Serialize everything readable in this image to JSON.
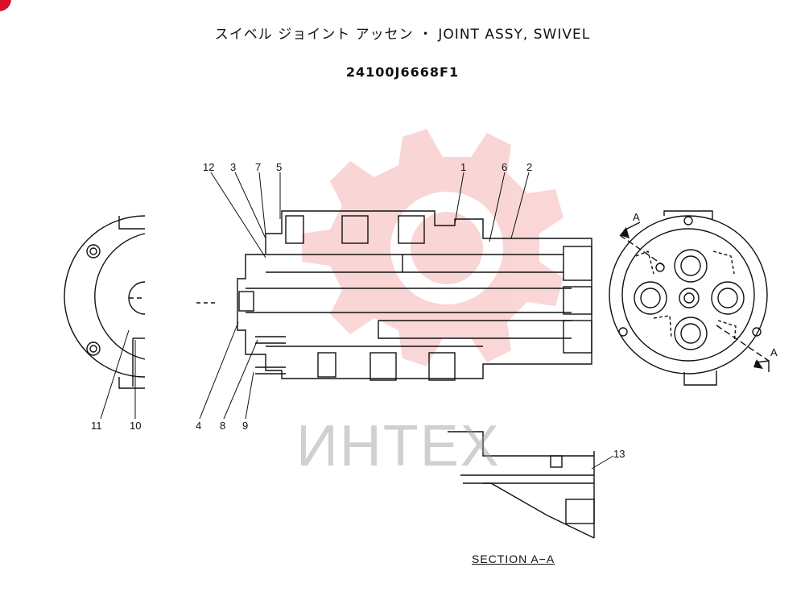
{
  "header": {
    "title": "スイベル ジョイント アッセン ・ JOINT ASSY, SWIVEL",
    "part_number": "24100J6668F1"
  },
  "callouts": [
    "12",
    "3",
    "7",
    "5",
    "1",
    "6",
    "2",
    "4",
    "8",
    "9",
    "11",
    "10",
    "13"
  ],
  "section_markers": {
    "top": "A",
    "bottom": "A"
  },
  "section_label": "SECTION A−A",
  "watermark": "ИНТЕХ",
  "colors": {
    "ink": "#111111",
    "watermark_red": "#f3a0a0",
    "watermark_gray": "#9a9a9a",
    "badge": "#d6132a"
  }
}
